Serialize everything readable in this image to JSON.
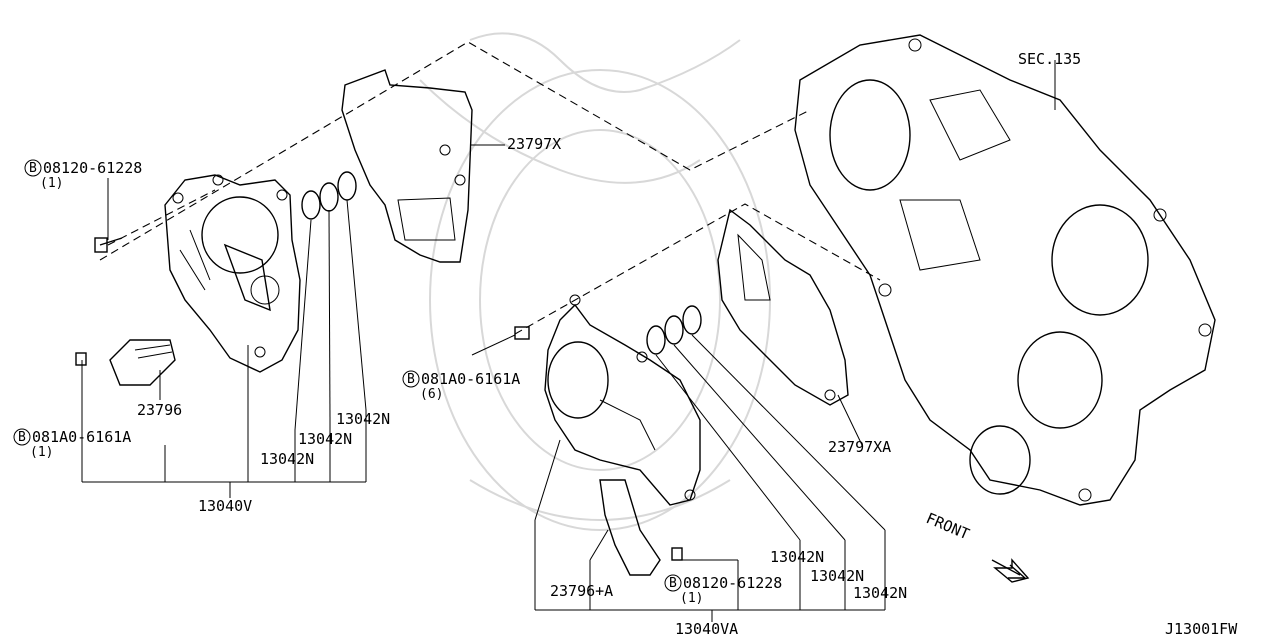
{
  "diagram_code": "J13001FW",
  "labels": {
    "sec": "SEC.135",
    "p23797x": "23797X",
    "p23797xa": "23797XA",
    "p23796": "23796",
    "p23796a": "23796+A",
    "p13042n_1": "13042N",
    "p13042n_2": "13042N",
    "p13042n_3": "13042N",
    "p13042n_4": "13042N",
    "p13042n_5": "13042N",
    "p13042n_6": "13042N",
    "p13040v": "13040V",
    "p13040va": "13040VA",
    "front": "FRONT"
  },
  "bolts": {
    "b1_code": "08120-61228",
    "b1_qty": "(1)",
    "b2_code": "081A0-6161A",
    "b2_qty": "(1)",
    "b3_code": "081A0-6161A",
    "b3_qty": "(6)",
    "b4_code": "08120-61228",
    "b4_qty": "(1)",
    "prefix": "B"
  }
}
